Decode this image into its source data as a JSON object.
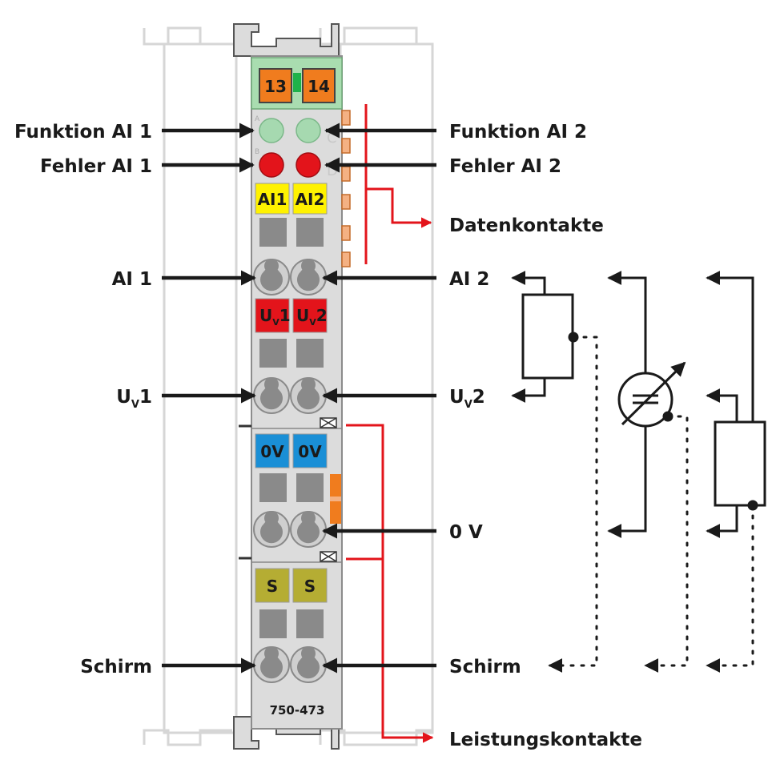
{
  "module": {
    "model": "750-473",
    "terminals": [
      "13",
      "14"
    ],
    "led_letters": [
      "A",
      "C",
      "B",
      "D"
    ],
    "channel_labels": [
      "AI1",
      "AI2"
    ],
    "supply_labels": [
      {
        "main": "U",
        "sub": "V",
        "tail": "1"
      },
      {
        "main": "U",
        "sub": "V",
        "tail": "2"
      }
    ],
    "zero_labels": [
      "0V",
      "0V"
    ],
    "shield_labels": [
      "S",
      "S"
    ]
  },
  "labels": {
    "left": {
      "funktion_ai1": "Funktion AI 1",
      "fehler_ai1": "Fehler AI 1",
      "ai1": "AI 1",
      "uv1": {
        "main": "U",
        "sub": "V",
        "tail": "1"
      },
      "schirm": "Schirm"
    },
    "right": {
      "funktion_ai2": "Funktion AI 2",
      "fehler_ai2": "Fehler AI 2",
      "datenkontakte": "Datenkontakte",
      "ai2": "AI 2",
      "uv2": {
        "main": "U",
        "sub": "V",
        "tail": "2"
      },
      "zero_v": "0 V",
      "schirm": "Schirm",
      "leistungskontakte": "Leistungskontakte"
    }
  },
  "colors": {
    "housing": "#dcdcdc",
    "housing_edge": "#8c8c8c",
    "terminal_orange": "#f07c1e",
    "led_green": "#a6d9b0",
    "led_red": "#e3141b",
    "label_yellow": "#fff200",
    "label_red": "#e3141b",
    "label_blue": "#1a8fd6",
    "label_olive": "#b5ad33",
    "arrow": "#1a1a1a",
    "contact_line": "#e3141b"
  }
}
